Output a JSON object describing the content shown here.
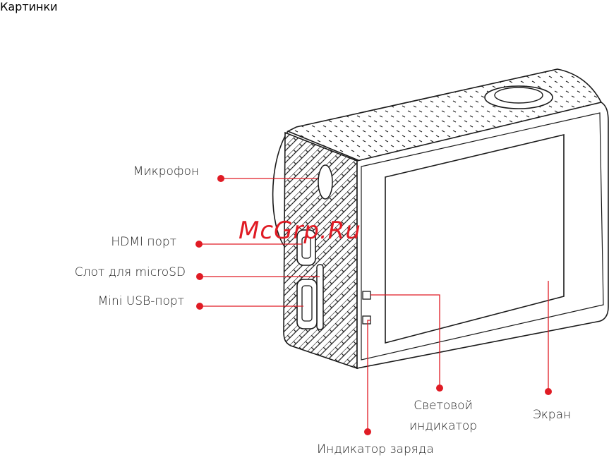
{
  "page": {
    "heading": "Картинки"
  },
  "watermark": "McGrp.Ru",
  "labels": {
    "microphone": "Микрофон",
    "hdmi": "HDMI порт",
    "microsd": "Слот для microSD",
    "miniusb": "Mini USB-порт",
    "status_light_line1": "Световой",
    "status_light_line2": "индикатор",
    "screen": "Экран",
    "charge_indicator": "Индикатор заряда"
  },
  "colors": {
    "callout": "#e01b24",
    "line_art": "#1a1a1a"
  }
}
